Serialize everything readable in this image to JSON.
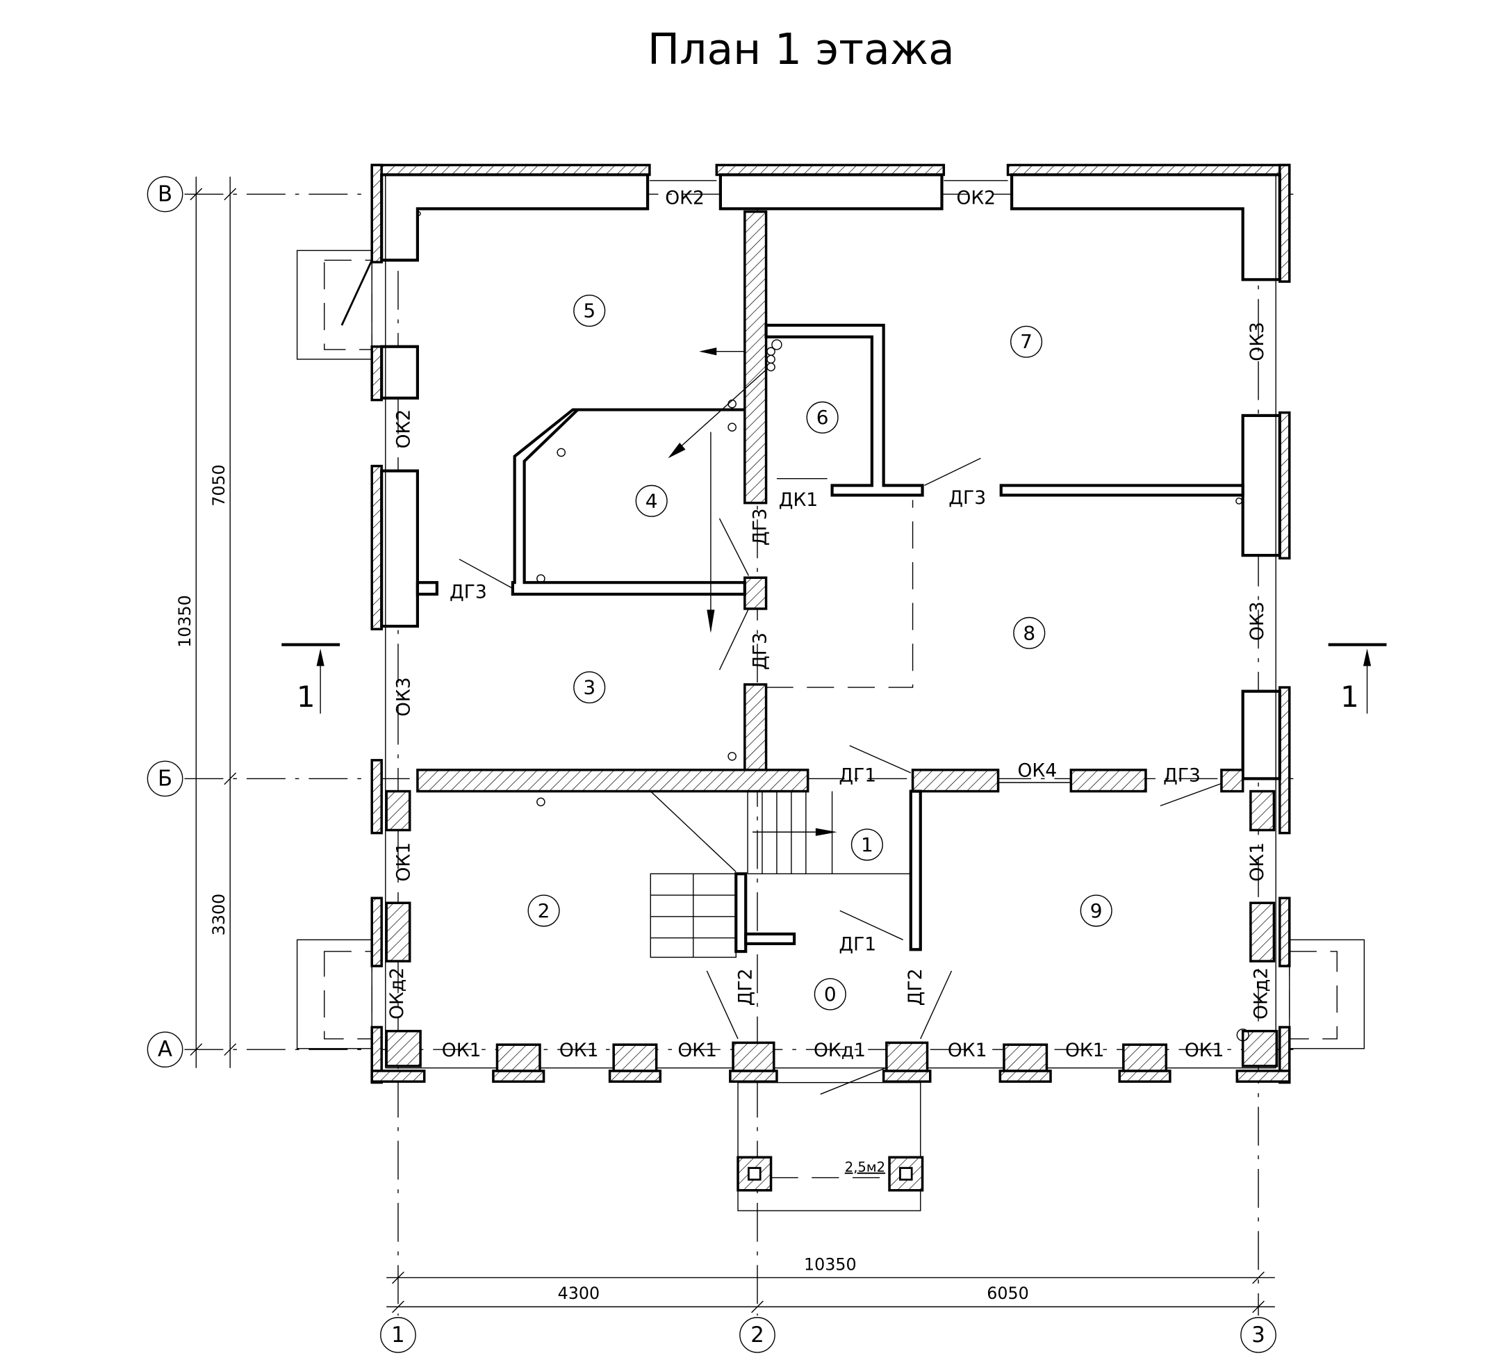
{
  "title": "План 1 этажа",
  "axes": {
    "rows": [
      "В",
      "Б",
      "А"
    ],
    "cols": [
      "1",
      "2",
      "3"
    ]
  },
  "dimensions": {
    "left_total": "10350",
    "left_upper": "7050",
    "left_lower": "3300",
    "bottom_total": "10350",
    "bottom_left": "4300",
    "bottom_right": "6050"
  },
  "section_mark": "1",
  "rooms": [
    "0",
    "1",
    "2",
    "3",
    "4",
    "5",
    "6",
    "7",
    "8",
    "9"
  ],
  "marks": {
    "ok1": "ОК1",
    "ok2": "ОК2",
    "ok3": "ОК3",
    "ok4": "ОК4",
    "okd1": "ОКд1",
    "okd2": "ОКд2",
    "dk1": "ДК1",
    "dg1": "ДГ1",
    "dg2": "ДГ2",
    "dg3": "ДГ3"
  },
  "area_label": "2,5м2"
}
